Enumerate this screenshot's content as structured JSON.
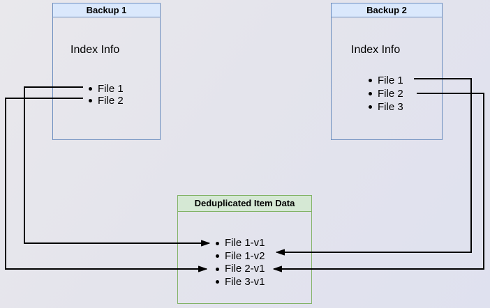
{
  "backup1": {
    "title": "Backup 1",
    "index_label": "Index Info",
    "files": [
      "File 1",
      "File 2"
    ]
  },
  "backup2": {
    "title": "Backup 2",
    "index_label": "Index Info",
    "files": [
      "File 1",
      "File 2",
      "File 3"
    ]
  },
  "dedup": {
    "title": "Deduplicated Item Data",
    "items": [
      "File 1-v1",
      "File 1-v2",
      "File 2-v1",
      "File 3-v1"
    ]
  },
  "connections": [
    {
      "from": "Backup 1 / File 1",
      "to": "File 1-v1"
    },
    {
      "from": "Backup 1 / File 2",
      "to": "File 2-v1"
    },
    {
      "from": "Backup 2 / File 1",
      "to": "File 1-v2"
    },
    {
      "from": "Backup 2 / File 2",
      "to": "File 2-v1"
    }
  ],
  "colors": {
    "background_start": "#e9e8ec",
    "background_end": "#dfe1ef",
    "blue_box_border": "#6c8ebf",
    "blue_box_header_fill": "#dae8fc",
    "green_box_border": "#82b366",
    "green_box_header_fill": "#d5e8d4",
    "connector": "#000000"
  }
}
